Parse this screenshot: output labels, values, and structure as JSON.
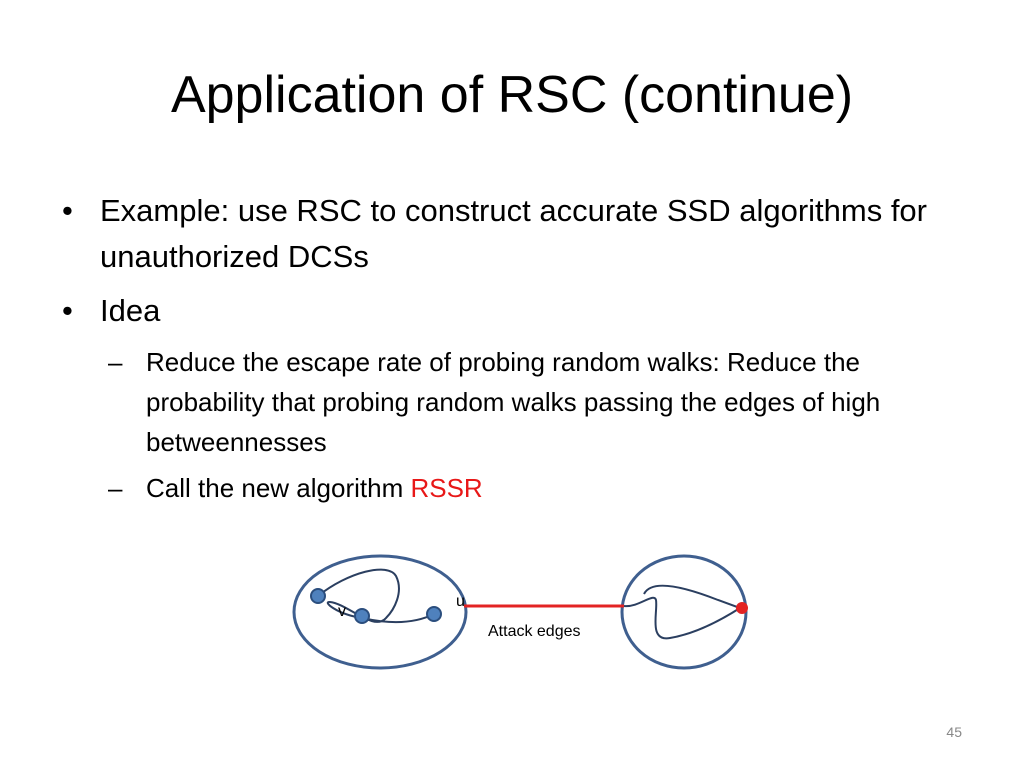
{
  "slide": {
    "title": "Application of RSC (continue)",
    "bullets": [
      {
        "text": "Example: use RSC to construct accurate SSD algorithms for unauthorized DCSs",
        "sub": []
      },
      {
        "text": "Idea",
        "sub": [
          {
            "text": "Reduce the escape rate of probing random walks: Reduce the probability that probing random walks passing the edges of high betweennesses",
            "highlight": ""
          },
          {
            "text": "Call the new algorithm ",
            "highlight": "RSSR"
          }
        ]
      }
    ],
    "bullet_symbol": "•",
    "sub_bullet_symbol": "–",
    "page_number": "45"
  },
  "diagram": {
    "node_labels": {
      "v": "v",
      "u": "u"
    },
    "edge_label": "Attack edges",
    "colors": {
      "region_stroke": "#3f5f8f",
      "node_fill": "#4f81bd",
      "attack_edge": "#e32323",
      "highlight_text": "#e81818"
    }
  }
}
